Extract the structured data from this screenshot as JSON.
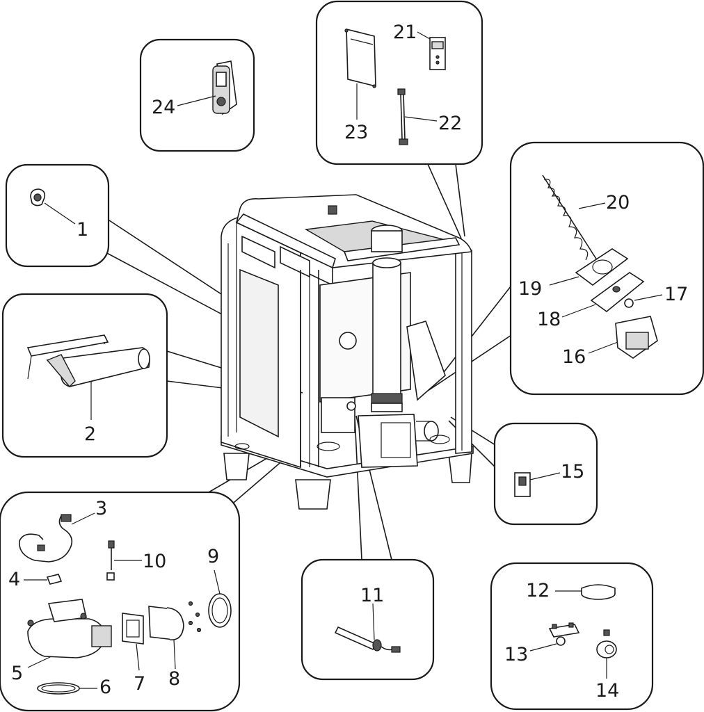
{
  "callouts": {
    "n1": "1",
    "n2": "2",
    "n3": "3",
    "n4": "4",
    "n5": "5",
    "n6": "6",
    "n7": "7",
    "n8": "8",
    "n9": "9",
    "n10": "10",
    "n11": "11",
    "n12": "12",
    "n13": "13",
    "n14": "14",
    "n15": "15",
    "n16": "16",
    "n17": "17",
    "n18": "18",
    "n19": "19",
    "n20": "20",
    "n21": "21",
    "n22": "22",
    "n23": "23",
    "n24": "24"
  }
}
